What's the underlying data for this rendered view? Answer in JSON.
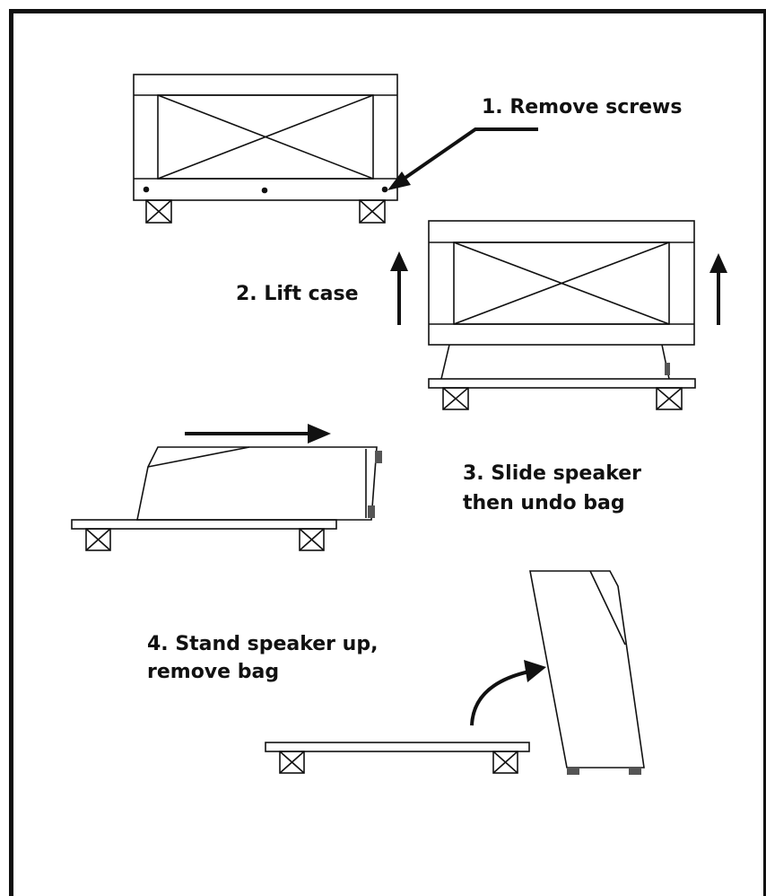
{
  "steps": {
    "step1": {
      "text": "1. Remove screws"
    },
    "step2": {
      "text": "2. Lift case"
    },
    "step3": {
      "line1": "3. Slide speaker",
      "line2": "then undo bag"
    },
    "step4": {
      "line1": "4. Stand speaker up,",
      "line2": "remove bag"
    }
  },
  "colors": {
    "ink": "#111111",
    "paper": "#ffffff",
    "grey": "#555555"
  }
}
